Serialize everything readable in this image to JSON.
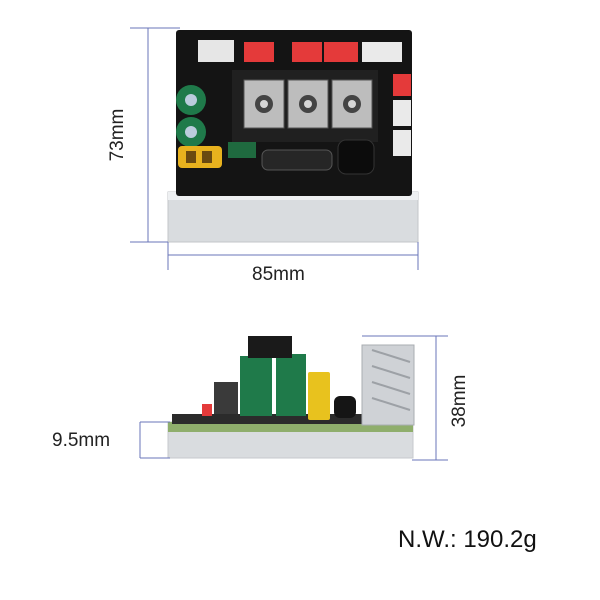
{
  "dimensions": {
    "top_height": "73mm",
    "top_width": "85mm",
    "side_height": "38mm",
    "side_thickness": "9.5mm"
  },
  "net_weight": "N.W.: 190.2g",
  "colors": {
    "dimension_line": "#6a76b8",
    "pcb_black": "#141414",
    "aluminum": "#d9dcdf",
    "connector_red": "#e43a3a",
    "connector_yellow": "#e8b21e",
    "capacitor_green": "#1f7a4a"
  }
}
